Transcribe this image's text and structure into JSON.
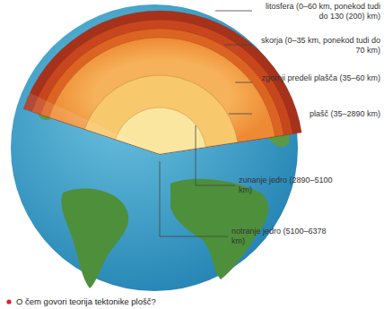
{
  "diagram": {
    "labels": [
      "litosfera (0–60 km, ponekod tudi do 130 (200) km)",
      "skorja (0–35 km, ponekod tudi do 70 km)",
      "zgornji predeli plašča (35–60 km)",
      "plašč (35–2890 km)",
      "zunanje jedro (2890–5100 km)",
      "notranje jedro (5100–6378 km)",
      "O čem govori teorija tektonike plošč?"
    ]
  }
}
